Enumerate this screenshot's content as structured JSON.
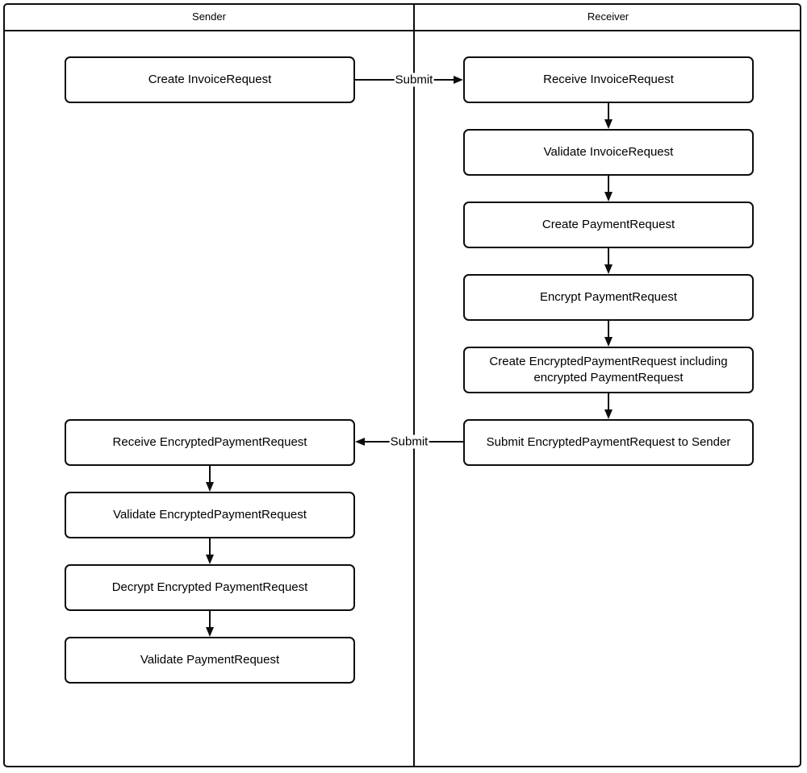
{
  "colors": {
    "line": "#0d0d0d",
    "background": "#ffffff",
    "node_fill": "#ffffff",
    "text": "#000000"
  },
  "lanes": {
    "sender": {
      "header": "Sender",
      "nodes": [
        {
          "label": "Create InvoiceRequest"
        },
        {
          "label": "Receive EncryptedPaymentRequest"
        },
        {
          "label": "Validate EncryptedPaymentRequest"
        },
        {
          "label": "Decrypt Encrypted PaymentRequest"
        },
        {
          "label": "Validate PaymentRequest"
        }
      ]
    },
    "receiver": {
      "header": "Receiver",
      "nodes": [
        {
          "label": "Receive InvoiceRequest"
        },
        {
          "label": "Validate InvoiceRequest"
        },
        {
          "label": "Create PaymentRequest"
        },
        {
          "label": "Encrypt PaymentRequest"
        },
        {
          "label": "Create EncryptedPaymentRequest including encrypted PaymentRequest"
        },
        {
          "label": "Submit EncryptedPaymentRequest to Sender"
        }
      ]
    }
  },
  "edges": {
    "submit_invoice": {
      "label": "Submit"
    },
    "submit_encrypted_payment": {
      "label": "Submit"
    }
  }
}
